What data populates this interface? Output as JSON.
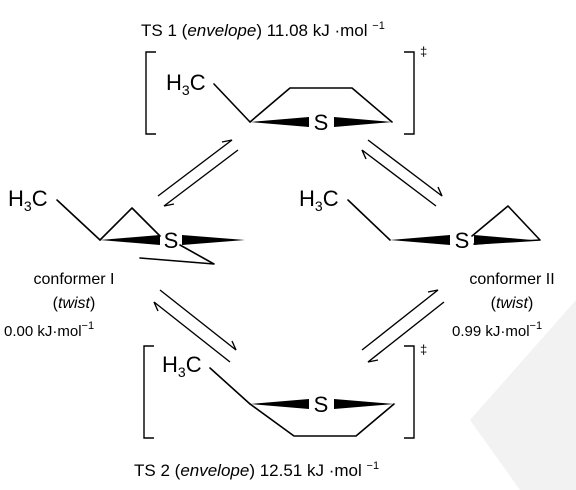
{
  "ts1": {
    "name": "TS 1",
    "shape": "envelope",
    "energy": "11.08 kJ",
    "unit": "mol",
    "exp": "−1",
    "dagger": "‡"
  },
  "ts2": {
    "name": "TS 2",
    "shape": "envelope",
    "energy": "12.51 kJ",
    "unit": "mol",
    "exp": "−1",
    "dagger": "‡"
  },
  "conf1": {
    "name": "conformer I",
    "shape": "twist",
    "energy": "0.00 kJ",
    "unit": "mol",
    "exp": "−1"
  },
  "conf2": {
    "name": "conformer II",
    "shape": "twist",
    "energy": "0.99 kJ",
    "unit": "mol",
    "exp": "−1"
  },
  "atoms": {
    "methyl_h": "H",
    "methyl_3": "3",
    "methyl_c": "C",
    "sulfur": "S"
  },
  "colors": {
    "ink": "#000000",
    "watermark": "#f2f2f2"
  }
}
